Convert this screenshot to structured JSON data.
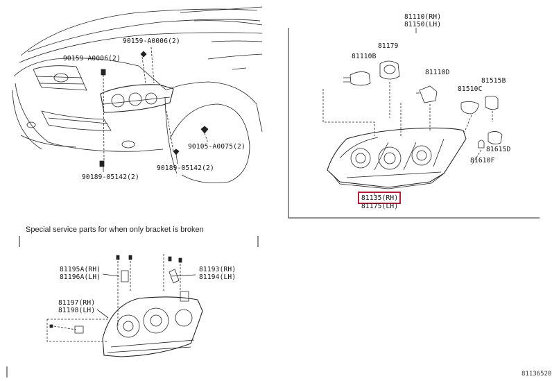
{
  "diagram": {
    "callouts": {
      "c90159_a0006_top": "90159-A0006(2)",
      "c90159_a0006_left": "90159-A0006(2)",
      "c90105_a0075": "90105-A0075(2)",
      "c90189_05142_right": "90189-05142(2)",
      "c90189_05142_left": "90189-05142(2)",
      "c81110_rh": "81110(RH)",
      "c81150_lh": "81150(LH)",
      "c81179": "81179",
      "c81110b": "81110B",
      "c81110d": "81110D",
      "c81515b": "81515B",
      "c81510c": "81510C",
      "c81615d": "81615D",
      "c81610f": "81610F",
      "c81135_rh": "81135(RH)",
      "c81175_lh": "81175(LH)",
      "c81195a_rh": "81195A(RH)",
      "c81196a_lh": "81196A(LH)",
      "c81193_rh": "81193(RH)",
      "c81194_lh": "81194(LH)",
      "c81197_rh": "81197(RH)",
      "c81198_lh": "81198(LH)"
    },
    "section_caption": "Special service parts for when only bracket is broken",
    "figure_number": "81136520",
    "highlight_color": "#b0203a"
  }
}
